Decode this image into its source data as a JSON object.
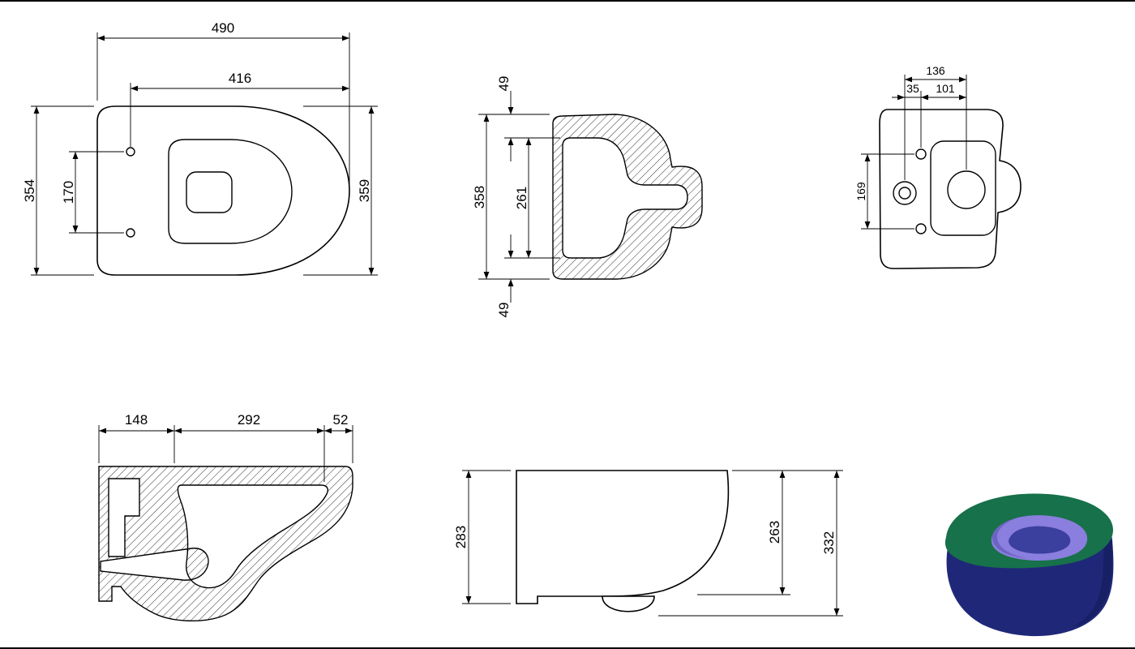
{
  "sheet": {
    "background": "#ffffff",
    "views": {
      "top": {
        "dims": {
          "overall_length": "490",
          "bolt_to_front": "416",
          "rear_width": "354",
          "bolt_spacing": "170",
          "overall_width": "359"
        }
      },
      "horizontal_section": {
        "dims": {
          "rim_wall_top": "49",
          "outer_width": "358",
          "inner_width": "261",
          "rim_wall_bottom": "49"
        }
      },
      "rear": {
        "dims": {
          "inlet_to_drain": "136",
          "inlet_to_bolt": "35",
          "bolt_to_drain": "101",
          "bolt_spacing": "169"
        }
      },
      "side_section": {
        "dims": {
          "rear_depth": "148",
          "mid_depth": "292",
          "front_depth": "52"
        }
      },
      "side": {
        "dims": {
          "wall_height": "283",
          "front_height": "263",
          "overall_height": "332"
        }
      },
      "render": {
        "colors": {
          "seat_green": "#17714a",
          "seat_green_dark": "#0e5a3a",
          "body_blue": "#1f2878",
          "body_blue_dark": "#131a55",
          "bowl_purple": "#8a7ede",
          "bowl_purple_dark": "#4f48a8",
          "bowl_inner_blue": "#3b3f9e"
        }
      }
    }
  }
}
